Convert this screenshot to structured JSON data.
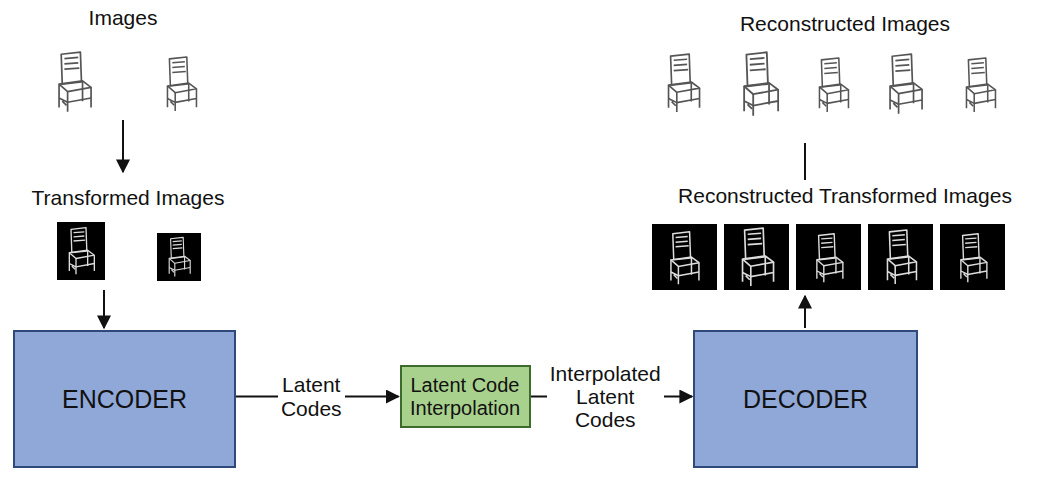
{
  "diagram": {
    "nodes": [
      {
        "text": [
          "ENCODER"
        ]
      },
      {
        "text": [
          "Latent Code Interpolation"
        ]
      },
      {
        "text": [
          "DECODER"
        ]
      }
    ],
    "edges": [
      {
        "from": 0,
        "to": 1,
        "label": "Latent Codes",
        "arrow": "to"
      },
      {
        "from": 1,
        "to": 2,
        "label": "Interpolated Latent Codes",
        "arrow": "to"
      }
    ],
    "labels": [
      "Images",
      "Transformed Images",
      "Reconstructed Images",
      "Reconstructed Transformed Images"
    ]
  }
}
